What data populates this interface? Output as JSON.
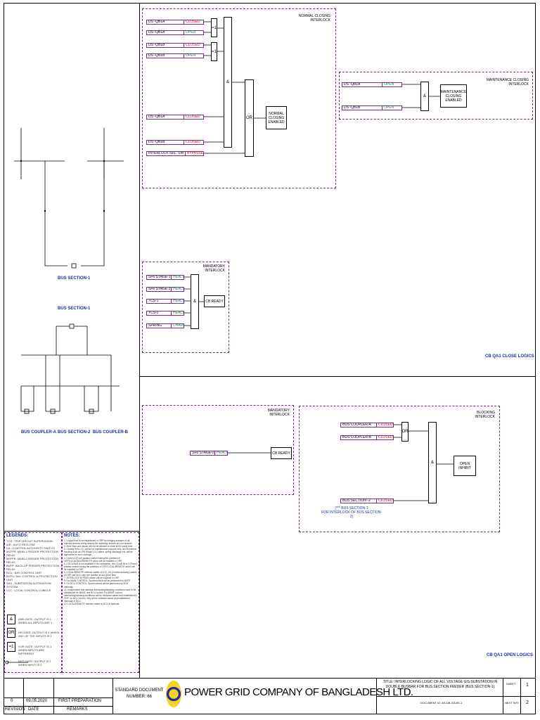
{
  "normal_closing": {
    "title": "NORMAL CLOSING\nINTERLOCK",
    "signals": [
      {
        "name": "DS -QB1A",
        "state": "CLOSED"
      },
      {
        "name": "DS -QB1A",
        "state": "OPEN"
      },
      {
        "name": "DS -QB1B",
        "state": "CLOSED"
      },
      {
        "name": "DS -QB1B",
        "state": "OPEN"
      },
      {
        "name": "DS -QB1A",
        "state": "CLOSED"
      },
      {
        "name": "DS -QB1B",
        "state": "CLOSED"
      },
      {
        "name": "INTERLOCK SEL. SW",
        "state": "BYPASSED"
      }
    ],
    "xor1": "=1",
    "xor2": "=1",
    "and": "&",
    "or": "OR",
    "output": "NORMAL\nCLOSING\nENABLED"
  },
  "maintenance_closing": {
    "title": "MAINTENANCE CLOSING\nINTERLOCK",
    "signals": [
      {
        "name": "DS -QB1A",
        "state": "OPEN"
      },
      {
        "name": "DS -QB1B",
        "state": "OPEN"
      }
    ],
    "and": "&",
    "output": "MAINTENANCE\nCLOSING\nENABLED"
  },
  "mandatory_close": {
    "title": "MANDATORY\nINTERLOCK",
    "signals": [
      {
        "name": "SF6 STAGE-1",
        "state": "HEALTHY"
      },
      {
        "name": "SF6 STAGE-2",
        "state": "HEALTHY"
      },
      {
        "name": "TCS-1",
        "state": "HEALTHY"
      },
      {
        "name": "TCS-2",
        "state": "HEALTHY"
      },
      {
        "name": "SPRING",
        "state": "CHARGED"
      }
    ],
    "and": "&",
    "output": "CB READY"
  },
  "close_logics_caption": "CB QA1 CLOSE LOGICS",
  "mandatory_open": {
    "title": "MANDATORY\nINTERLOCK",
    "signal": {
      "name": "SF6 STAGE-2",
      "state": "HEALTHY"
    },
    "output": "CB READY"
  },
  "blocking": {
    "title": "BLOCKING\nINTERLOCK",
    "signals": [
      {
        "name": "BUS COUPLER-A",
        "state": "CLOSED"
      },
      {
        "name": "BUS COUPLER-B",
        "state": "CLOSED"
      },
      {
        "name": "BUS SECTION -2",
        "state": "CLOSED"
      }
    ],
    "or": "OR",
    "and": "&",
    "output": "OPEN\nINHIBIT",
    "note": "(*** BUS SECTION-1\nFOR INTERLOCK OF BUS SECTION-2)"
  },
  "open_logics_caption": "CB QA1 OPEN LOGICS",
  "sld": {
    "bus_section_1_top": "BUS SECTION-1",
    "bus_section_1_mid": "BUS SECTION-1",
    "bus_coupler_a": "BUS COUPLER-A",
    "bus_section_2": "BUS SECTION-2",
    "bus_coupler_b": "BUS COUPLER-B"
  },
  "legends": {
    "title": "LEGENDS:",
    "items": [
      "TCS : TRIP CIRCUIT SUPERVISION",
      "A/R : AUTO RECLOSE",
      "CA : CONTROL AUTHORITY SWITCH",
      "M1FPR: MAIN-1 FEEDER PROTECTION RELAY",
      "M2FPR: MAIN-2 FEEDER PROTECTION RELAY",
      "BUFP: BACK-UP FEEDER PROTECTION RELAY",
      "BCU : BAY CONTROL UNIT",
      "BCPU: BAY CONTROL & PROTECTION UNIT",
      "SAS : SUBSTATION AUTOMATION SYSTEM",
      "LCC : LOCAL CONTROL CUBICLE"
    ],
    "symbols": [
      {
        "glyph": "&",
        "text": "AND GATE: OUTPUT IS 1 WHEN ALL INPUTS ARE 1"
      },
      {
        "glyph": "OR",
        "text": "OR GATE: OUTPUT IS 1 WHEN ANY OF THE INPUTS IS 1"
      },
      {
        "glyph": "=1",
        "text": "XOR GATE: OUTPUT IS 1 WHEN INPUTS ARE DIFFERENT"
      },
      {
        "glyph": "o",
        "text": "NOT GATE: OUTPUT IS 1 WHEN INPUT IS 0"
      }
    ]
  },
  "notes": {
    "title": "NOTES:",
    "items": [
      "1. Logical flow to be established in GRP by bringing statuses of all relevant devices wiring among the switching devices are not allowed.",
      "2. More than one device will not be allowed to close at the same time.",
      "3. Closing from LCC will be for maintenance purpose only; all CB interval blocking such as SF6 Stage-1 & 2 alarm, spring discharge etc. will be applicable for such closings.",
      "4. CA is a 4 (Four) position switch having the positions of OFF/LOCAL/BCU/REMOTE which will be installed in CRP.",
      "5. If BCU/SAS is not available in the substation, the CA will be a 3 (Three) position switch having the positions of OFF/LOCAL/REMOTE which will be installed in CRP.",
      "6. LOCAL/REMOTE selector switch of LCC, CA (Control Authority) switch of CRP can be in only one position at any given time.",
      "7. INTERLOCK BYPASS switch will be installed in CRP.",
      "8. For MAIN CONTROL, Synchrocheck will be performed by M2FP.",
      "9. For BCU CONTROL, Synchrocheck will be performed by BCU internally.",
      "10. Independent and identical interlocking/blocking conditions have to be established for M/M/C and BCU control. For M/M/C control, interlocking/blocking conditions will be hardware based and established in CRP; for BCU control, they will be software based and established internally in BCU.",
      "11. LOCAL/REMOTE selector switch in BCU is optional."
    ]
  },
  "title_block": {
    "rev": "0",
    "date": "09.05.2020",
    "description": "FIRST PREPARATION",
    "revision_label": "REVISION",
    "date_label": "DATE",
    "remarks_label": "REMARKS",
    "std_doc": "STANDARD DOCUMENT\nNUMBER: 66",
    "company": "POWER GRID COMPANY OF BANGLADESH LTD.",
    "title": "TITLE: INTERLOCKING LOGIC OF ALL VOLTAGE GIS SUBSTATION IN DOUBLE BUSBAR FOR BUS SECTION FEEDER (BUS SECTION-1)",
    "sheet_label": "SHEET",
    "sheet": "1",
    "doc_id": "DOCUMENT ID: AS-DB-G3-BS-1",
    "next_label": "NEXT SHT",
    "next": "2"
  },
  "colors": {
    "closed": "#e00000",
    "open": "#0a9a2a",
    "frame": "#7a2a8a",
    "caption": "#1a2fa8"
  }
}
